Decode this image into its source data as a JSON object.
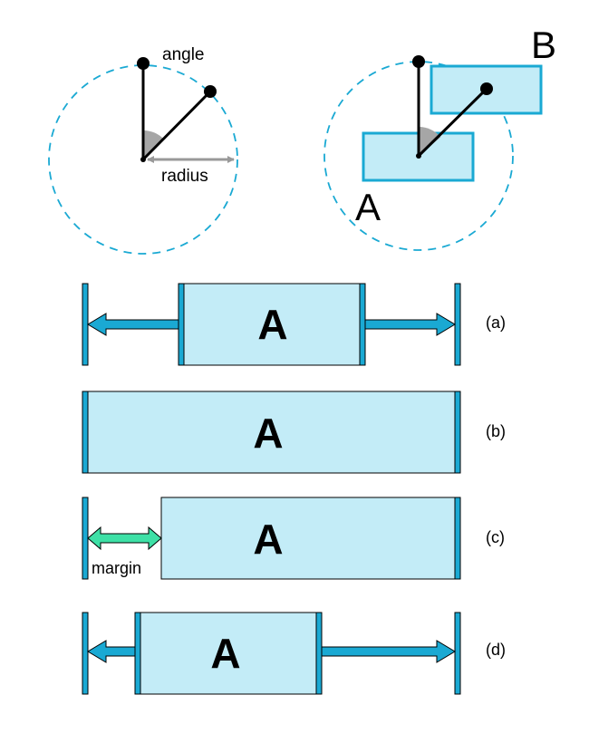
{
  "colors": {
    "box_fill": "#C3ECF7",
    "accent": "#1AA9D3",
    "dash_circle": "#1AA9D3",
    "radius_arrow": "#999999",
    "angle_wedge": "#A6A6A6",
    "margin_arrow": "#3EE0A6",
    "line": "#000000"
  },
  "top_left": {
    "angle_label": "angle",
    "radius_label": "radius"
  },
  "top_right": {
    "label_a": "A",
    "label_b": "B"
  },
  "rows": [
    {
      "box_label": "A",
      "caption": "(a)"
    },
    {
      "box_label": "A",
      "caption": "(b)"
    },
    {
      "box_label": "A",
      "caption": "(c)",
      "margin_label": "margin"
    },
    {
      "box_label": "A",
      "caption": "(d)"
    }
  ]
}
